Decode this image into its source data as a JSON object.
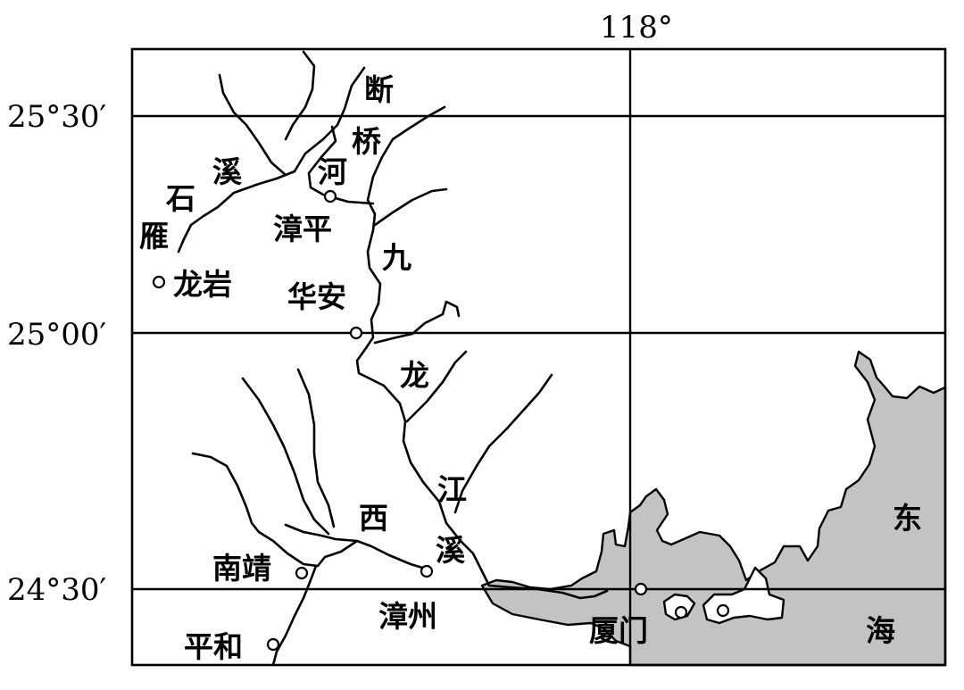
{
  "longitude_labels": [
    "118°"
  ],
  "latitude_labels": [
    "25°30′",
    "25°00′",
    "24°30′"
  ],
  "cities": [
    "龙岩",
    "漳平",
    "华安",
    "南靖",
    "漳州",
    "平和",
    "厦门"
  ],
  "rivers": {
    "jiulongjiang": [
      "九",
      "龙",
      "江"
    ],
    "xixi": [
      "西",
      "溪"
    ],
    "yanshixi": [
      "雁",
      "石",
      "溪"
    ],
    "duanqiaohe": [
      "断",
      "桥",
      "河"
    ]
  },
  "sea": [
    "东",
    "海"
  ],
  "colors": {
    "sea": "#c3c3c3",
    "line": "#000000",
    "land": "#ffffff"
  }
}
